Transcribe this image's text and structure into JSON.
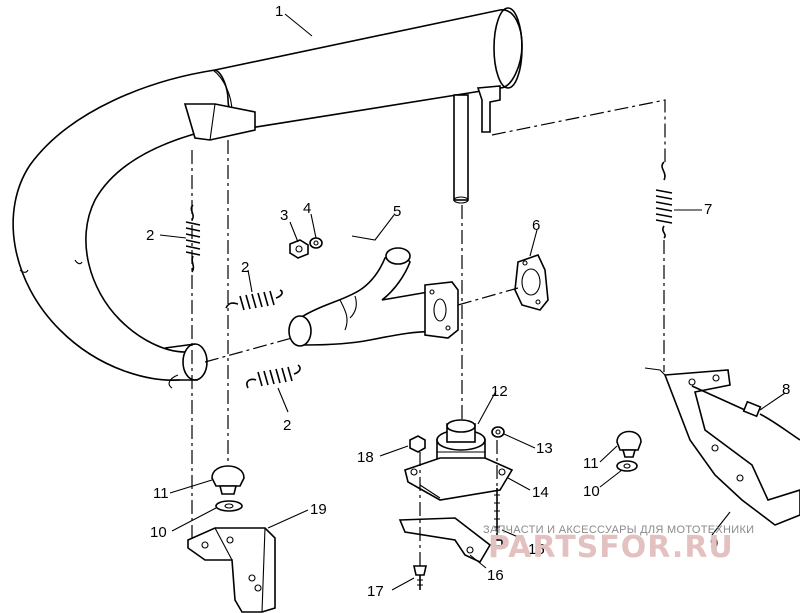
{
  "callouts": {
    "c1": "1",
    "c2a": "2",
    "c2b": "2",
    "c2c": "2",
    "c3": "3",
    "c4": "4",
    "c5": "5",
    "c6": "6",
    "c7": "7",
    "c8": "8",
    "c9": "9",
    "c10a": "10",
    "c10b": "10",
    "c11a": "11",
    "c11b": "11",
    "c12": "12",
    "c13": "13",
    "c14": "14",
    "c15": "15",
    "c16": "16",
    "c17": "17",
    "c18": "18",
    "c19": "19"
  },
  "watermark": {
    "tagline": "ЗАПЧАСТИ И АКСЕССУАРЫ ДЛЯ МОТОТЕХНИКИ",
    "brand": "PARTSFOR.RU"
  }
}
